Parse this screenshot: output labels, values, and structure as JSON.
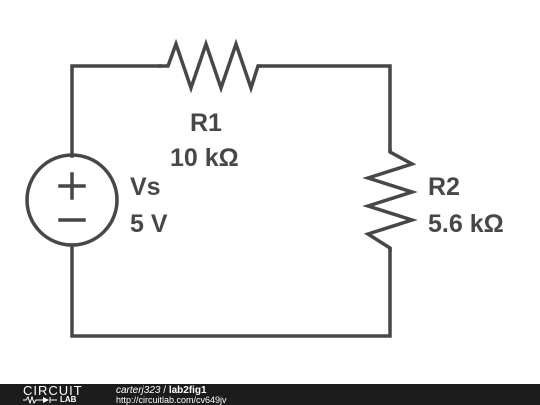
{
  "components": {
    "r1": {
      "name": "R1",
      "value": "10 kΩ"
    },
    "r2": {
      "name": "R2",
      "value": "5.6 kΩ"
    },
    "vs": {
      "name": "Vs",
      "value": "5 V"
    }
  },
  "footer": {
    "logo_top": "CIRCUIT",
    "logo_bottom": "LAB",
    "user": "carterj323",
    "separator": " / ",
    "filename": "lab2fig1",
    "url": "http://circuitlab.com/cv649jv"
  },
  "colors": {
    "wire": "#474747",
    "footer_bg": "#1c1c1c"
  }
}
